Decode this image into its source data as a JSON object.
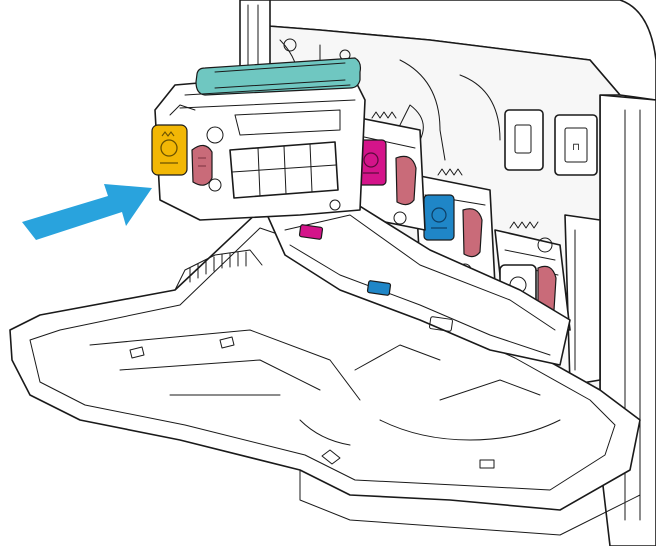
{
  "colors": {
    "background": "#ffffff",
    "outline": "#1a1a1a",
    "arrow": "#29a3dd",
    "yellow": "#f2b705",
    "magenta": "#d4148a",
    "cyan": "#1f86c7",
    "black_toner_tab": "#c86a78",
    "release_tab": "#c96b79",
    "drum_roller": "#6fc7c1",
    "plastic_gray": "#f4f4f4"
  },
  "illustration": {
    "subject": "printer-front-door-open-toner-cartridge-insertion",
    "arrow_direction": "right-up",
    "cartridges": [
      {
        "color_name": "yellow",
        "state": "being-inserted"
      },
      {
        "color_name": "magenta",
        "state": "installed"
      },
      {
        "color_name": "cyan",
        "state": "installed"
      },
      {
        "color_name": "black",
        "state": "installed"
      }
    ],
    "icons": [
      "push-arrow-icon",
      "toner-cartridge-icon",
      "release-tab-icon",
      "spring-icon"
    ]
  }
}
